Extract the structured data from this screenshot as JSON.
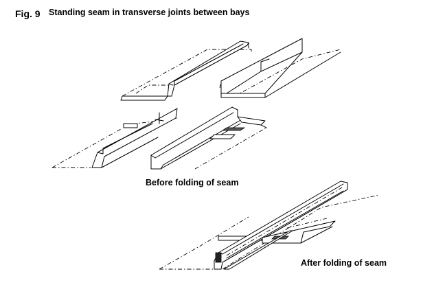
{
  "figure": {
    "number": "Fig. 9",
    "title": "Standing seam in transverse joints between bays"
  },
  "captions": {
    "before": "Before folding of seam",
    "after": "After folding of seam"
  },
  "colors": {
    "background": "#ffffff",
    "ink": "#000000"
  }
}
